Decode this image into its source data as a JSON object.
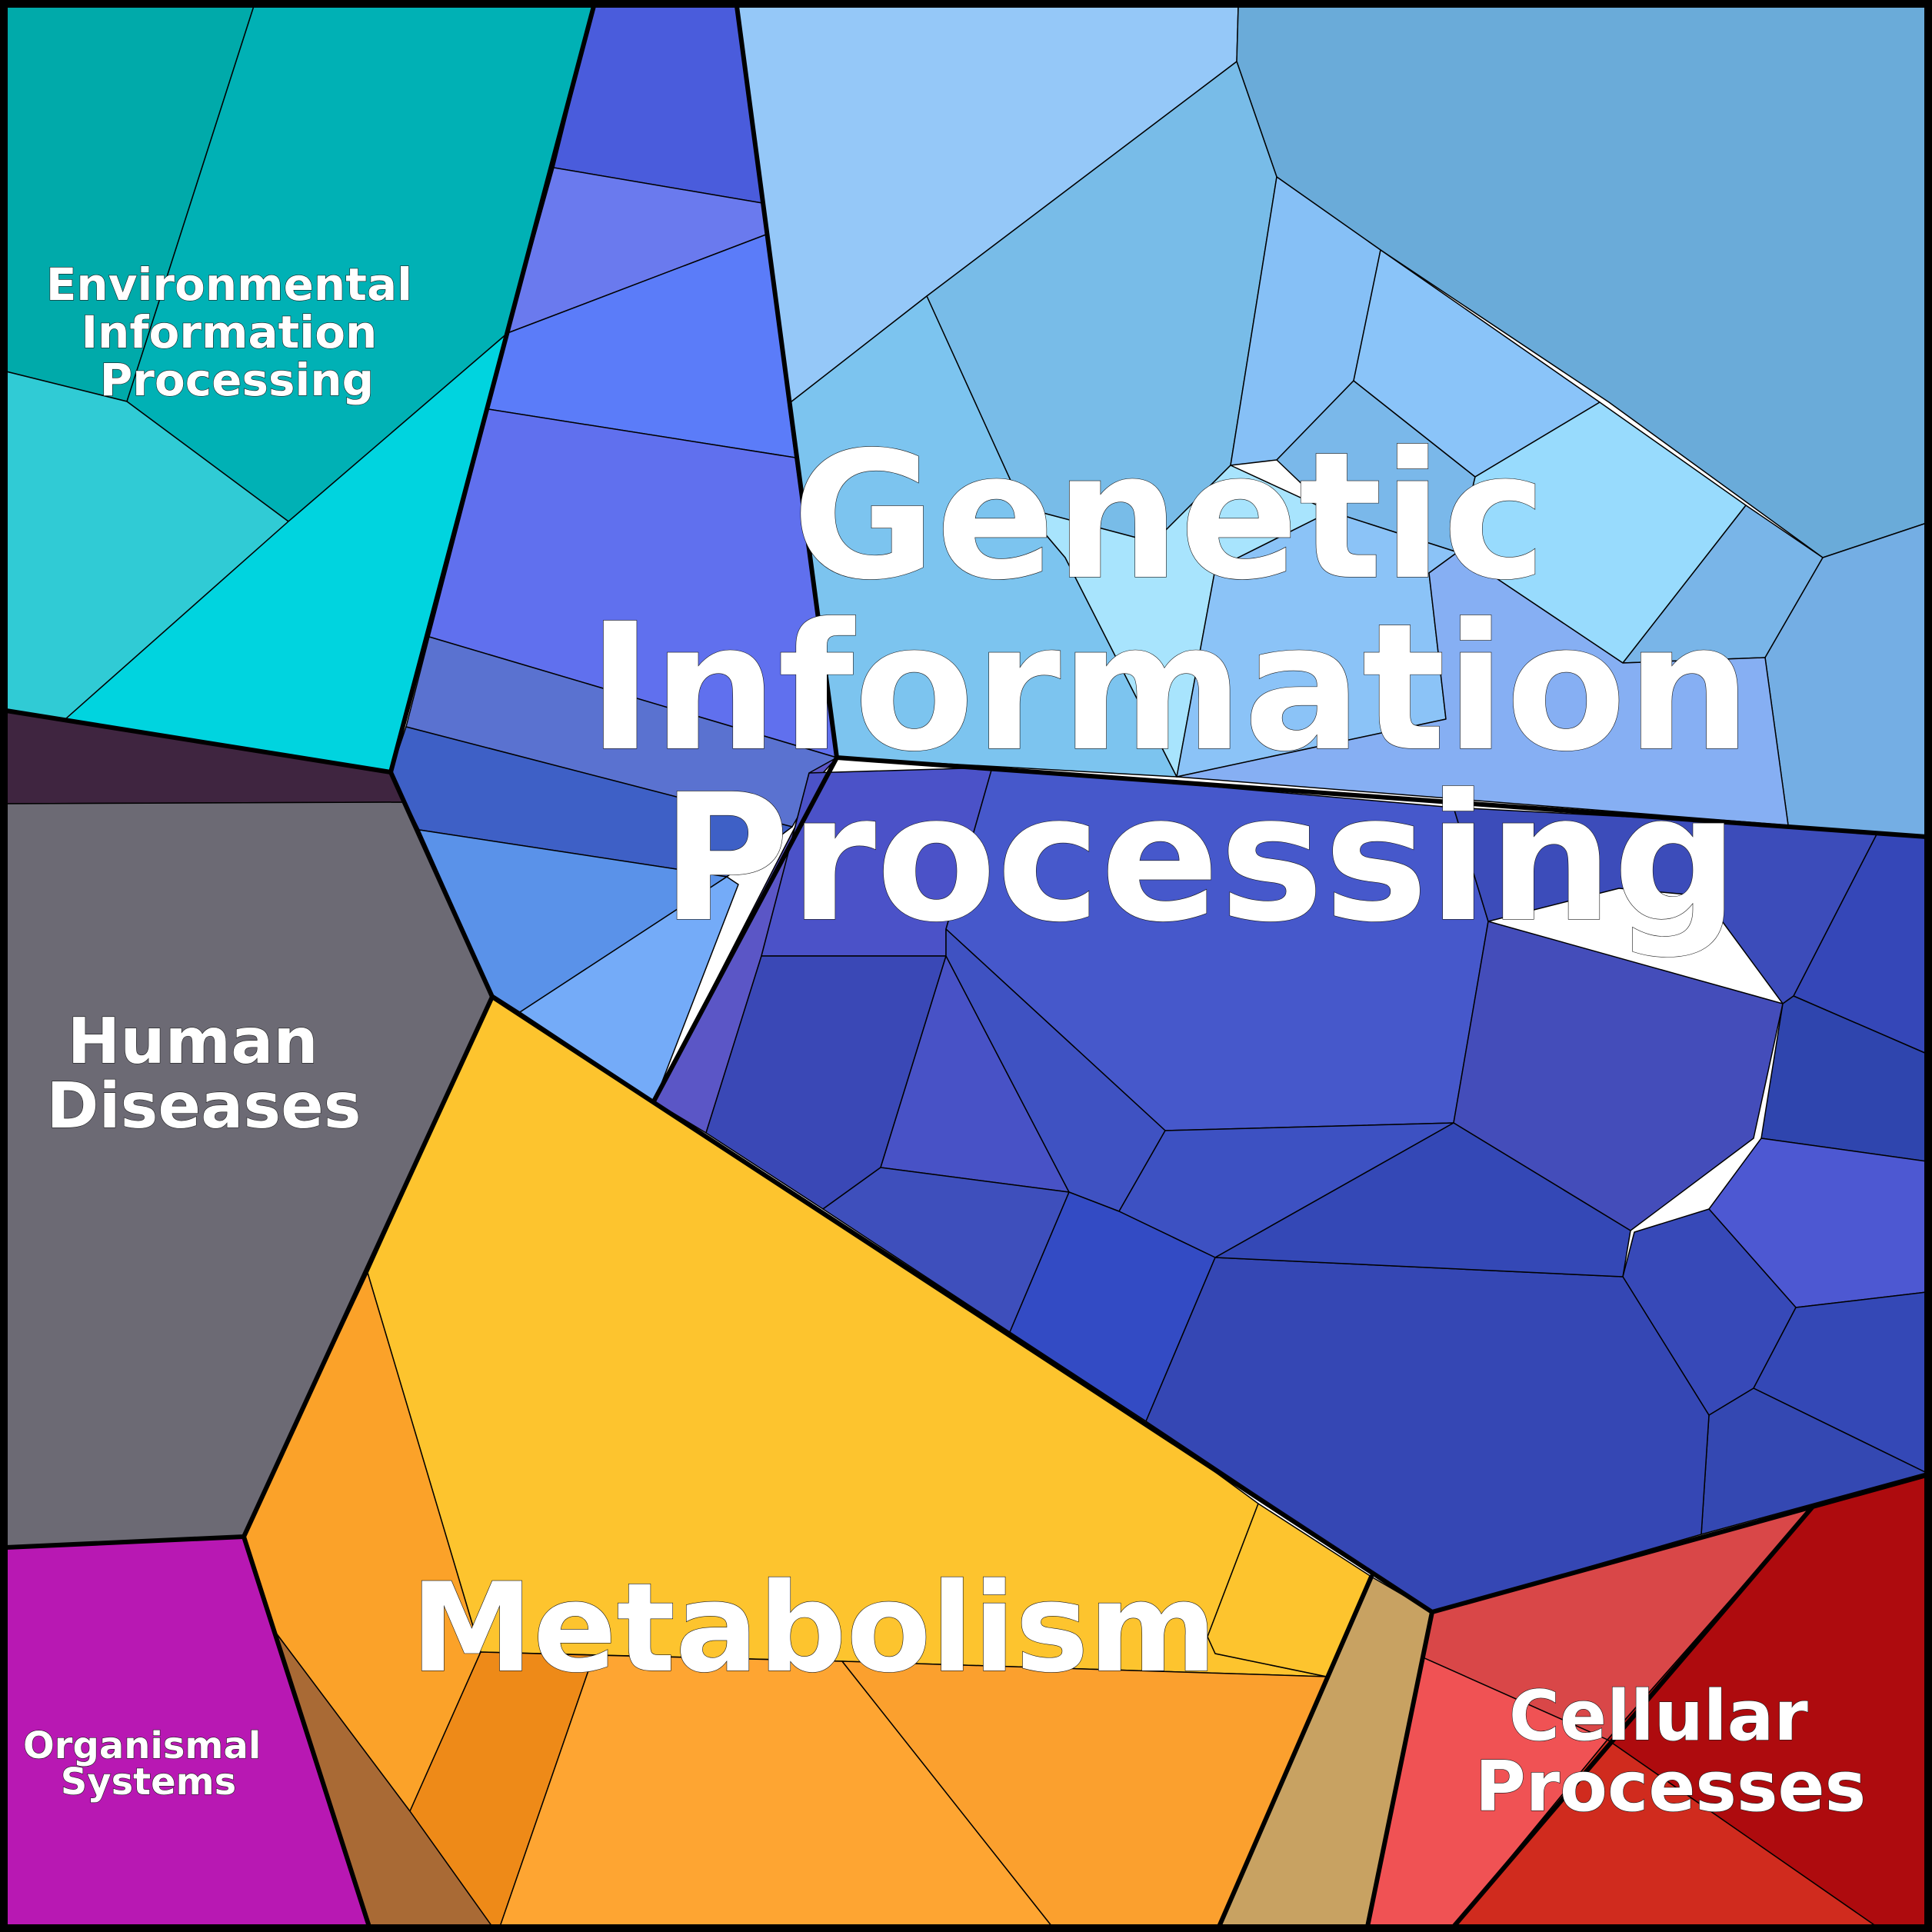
{
  "diagram": {
    "type": "voronoi-treemap",
    "regions": [
      {
        "key": "genetic",
        "label_lines": [
          "Genetic",
          "Information",
          "Processing"
        ],
        "base_color": "#7fbfee"
      },
      {
        "key": "environmental",
        "label_lines": [
          "Environmental",
          "Information",
          "Processing"
        ],
        "base_color": "#00b0b5"
      },
      {
        "key": "human",
        "label_lines": [
          "Human",
          "Diseases"
        ],
        "base_color": "#6c6a74"
      },
      {
        "key": "metabolism",
        "label_lines": [
          "Metabolism"
        ],
        "base_color": "#fdc42e"
      },
      {
        "key": "organismal",
        "label_lines": [
          "Organismal",
          "Systems"
        ],
        "base_color": "#b818b3"
      },
      {
        "key": "cellular",
        "label_lines": [
          "Cellular",
          "Processes"
        ],
        "base_color": "#c7201c"
      }
    ]
  }
}
